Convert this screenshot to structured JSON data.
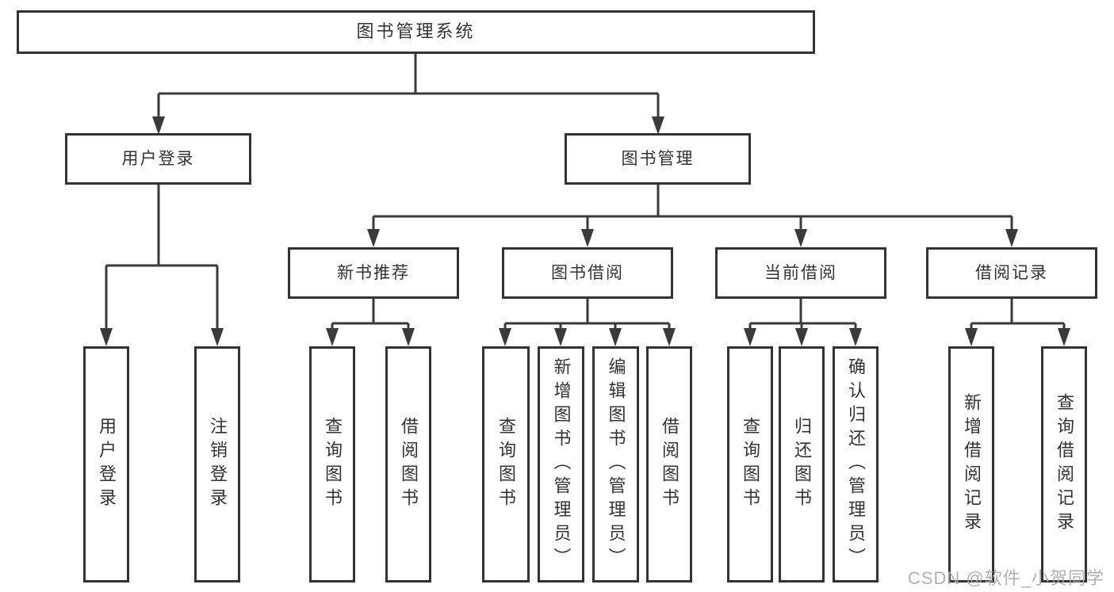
{
  "diagram_type": "hierarchy",
  "tree": {
    "label": "图书管理系统",
    "children": [
      {
        "label": "用户登录",
        "children": [
          {
            "label": "用户登录"
          },
          {
            "label": "注销登录"
          }
        ]
      },
      {
        "label": "图书管理",
        "children": [
          {
            "label": "新书推荐",
            "children": [
              {
                "label": "查询图书"
              },
              {
                "label": "借阅图书"
              }
            ]
          },
          {
            "label": "图书借阅",
            "children": [
              {
                "label": "查询图书"
              },
              {
                "label": "新增图书（管理员）"
              },
              {
                "label": "编辑图书（管理员）"
              },
              {
                "label": "借阅图书"
              }
            ]
          },
          {
            "label": "当前借阅",
            "children": [
              {
                "label": "查询图书"
              },
              {
                "label": "归还图书"
              },
              {
                "label": "确认归还（管理员）"
              }
            ]
          },
          {
            "label": "借阅记录",
            "children": [
              {
                "label": "新增借阅记录"
              },
              {
                "label": "查询借阅记录"
              }
            ]
          }
        ]
      }
    ]
  },
  "watermark": {
    "text": "CSDN @软件_小贺同学"
  },
  "colors": {
    "line": "#3a3a3a",
    "box_border": "#333333",
    "text": "#333333",
    "watermark": "#a8a8a8",
    "background": "#ffffff"
  }
}
